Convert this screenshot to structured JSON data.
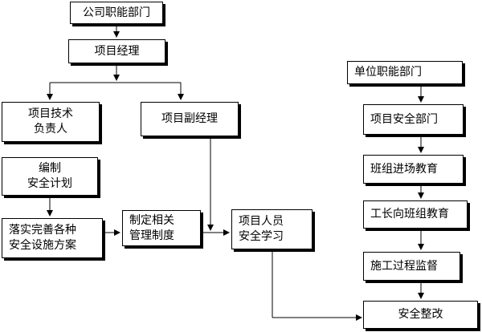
{
  "nodes": {
    "company_dept": "公司职能部门",
    "project_manager": "项目经理",
    "tech_lead": "项目技术\n负责人",
    "deputy_manager": "项目副经理",
    "compile_plan": "编制\n安全计划",
    "implement_measures": "落实完善各种\n安全设施方案",
    "management_system": "制定相关\n管理制度",
    "staff_study": "项目人员\n安全学习",
    "unit_dept": "单位职能部门",
    "project_safety_dept": "项目安全部门",
    "team_education": "班组进场教育",
    "foreman_education": "工长向班组教育",
    "process_supervision": "施工过程监督",
    "safety_rectification": "安全整改"
  }
}
